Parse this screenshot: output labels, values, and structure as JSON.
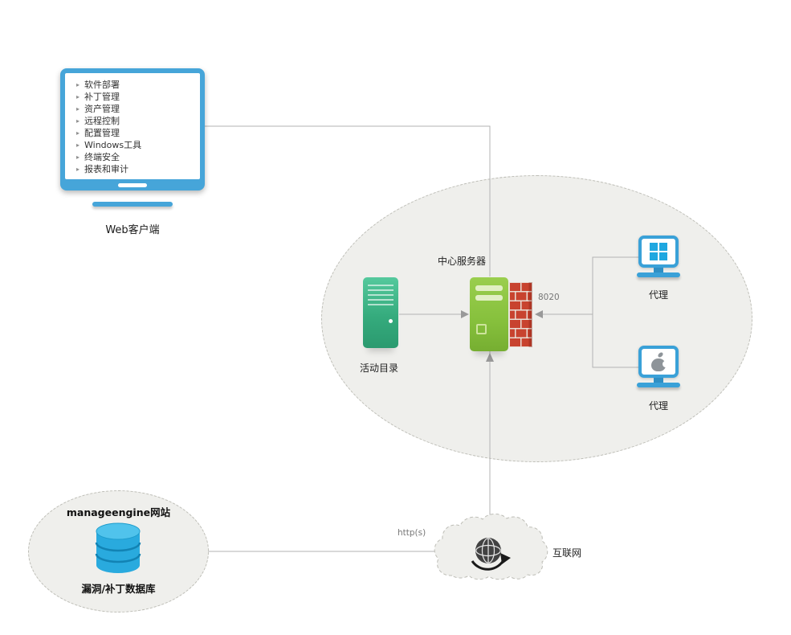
{
  "diagram": {
    "web_client": {
      "label": "Web客户端",
      "menu_items": [
        "软件部署",
        "补丁管理",
        "资产管理",
        "远程控制",
        "配置管理",
        "Windows工具",
        "终端安全",
        "报表和审计"
      ]
    },
    "lan": {
      "central_server_label": "中心服务器",
      "active_directory_label": "活动目录",
      "firewall_port": "8020",
      "agent_windows_label": "代理",
      "agent_mac_label": "代理"
    },
    "vendor_site": {
      "title": "manageengine网站",
      "database_label": "漏洞/补丁数据库"
    },
    "internet": {
      "label": "互联网",
      "protocol": "http(s)"
    },
    "icons": {
      "menu_bullet": "▸"
    },
    "colors": {
      "accent_blue": "#46a5d9",
      "ad_server_green": "#35ab7d",
      "central_server_green": "#86c03c",
      "firewall_red": "#c8432f",
      "database_blue": "#29aade",
      "windows_blue": "#1fa7e0",
      "connector_gray": "#b3b3b3",
      "zone_fill": "#efefec"
    }
  }
}
